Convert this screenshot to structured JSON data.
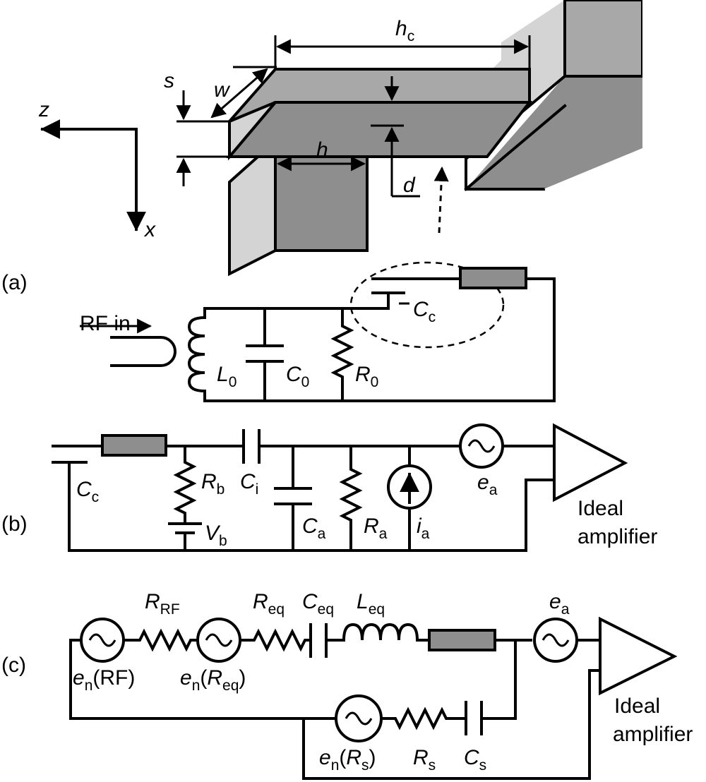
{
  "panels": {
    "a": "(a)",
    "b": "(b)",
    "c": "(c)"
  },
  "geometry": {
    "axis_z": "z",
    "axis_x": "x",
    "hc_main": "h",
    "hc_sub": "c",
    "w": "w",
    "s": "s",
    "h": "h",
    "d": "d"
  },
  "circuit_a": {
    "rf_in": "RF in",
    "L0_main": "L",
    "L0_sub": "0",
    "C0_main": "C",
    "C0_sub": "0",
    "R0_main": "R",
    "R0_sub": "0",
    "Cc_main": "C",
    "Cc_sub": "c"
  },
  "circuit_b": {
    "Cc_main": "C",
    "Cc_sub": "c",
    "Rb_main": "R",
    "Rb_sub": "b",
    "Ci_main": "C",
    "Ci_sub": "i",
    "Vb_main": "V",
    "Vb_sub": "b",
    "Ca_main": "C",
    "Ca_sub": "a",
    "Ra_main": "R",
    "Ra_sub": "a",
    "ia_main": "i",
    "ia_sub": "a",
    "ea_main": "e",
    "ea_sub": "a",
    "amp_line1": "Ideal",
    "amp_line2": "amplifier"
  },
  "circuit_c": {
    "RRF_main": "R",
    "RRF_sub": "RF",
    "Req_main": "R",
    "Req_sub": "eq",
    "Ceq_main": "C",
    "Ceq_sub": "eq",
    "Leq_main": "L",
    "Leq_sub": "eq",
    "ea_main": "e",
    "ea_sub": "a",
    "enRF_main": "e",
    "enRF_sub": "n",
    "enRF_rest": "(RF)",
    "enReq_main": "e",
    "enReq_sub": "n",
    "enReq_open": "(",
    "enReq_R": "R",
    "enReq_Rsub": "eq",
    "enReq_close": ")",
    "enRs_main": "e",
    "enRs_sub": "n",
    "enRs_open": "(",
    "enRs_R": "R",
    "enRs_Rsub": "s",
    "enRs_close": ")",
    "Rs_main": "R",
    "Rs_sub": "s",
    "Cs_main": "C",
    "Cs_sub": "s",
    "amp_line1": "Ideal",
    "amp_line2": "amplifier"
  },
  "colors": {
    "light_grey": "#d4d4d4",
    "mid_grey": "#a8a8a8",
    "dark_grey": "#8e8e8e",
    "resistor_block": "#8e8e8e",
    "line": "#000000"
  }
}
